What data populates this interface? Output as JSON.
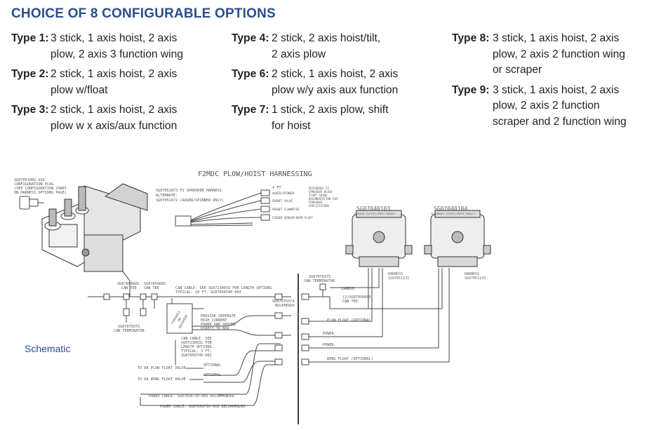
{
  "heading": "CHOICE OF 8 CONFIGURABLE OPTIONS",
  "columns": [
    [
      {
        "type": "Type 1:",
        "desc": "3 stick, 1 axis hoist, 2 axis\nplow, 2 axis 3 function wing"
      },
      {
        "type": "Type 2:",
        "desc": "2 stick, 1 axis hoist, 2 axis\nplow w/float"
      },
      {
        "type": "Type 3:",
        "desc": "2 stick, 1 axis hoist, 2 axis\nplow w x axis/aux function"
      }
    ],
    [
      {
        "type": "Type 4:",
        "desc": "2 stick, 2 axis hoist/tilt,\n2 axis plow"
      },
      {
        "type": "Type 6:",
        "desc": "2 stick, 1 axis hoist, 2 axis\nplow w/y axis aux function"
      },
      {
        "type": "Type 7:",
        "desc": "1 stick, 2 axis plow, shift\nfor hoist"
      }
    ],
    [
      {
        "type": "Type 8:",
        "desc": "3 stick, 1 axis hoist, 2 axis\nplow, 2 axis 2 function wing\nor scraper"
      },
      {
        "type": "Type 9:",
        "desc": "3 stick, 1 axis hoist, 2 axis\nplow, 2 axis 2 function\nscraper and 2 function wing"
      }
    ]
  ],
  "schematic_label": "Schematic",
  "diagram": {
    "title": "F2MDC PLOW/HOIST HARNESSING",
    "config_plug": [
      "SG07051082-XXX",
      "CONFIGURATION PLUG",
      "(SEE CONFIGURATION CHART",
      "ON HARNESS OPTIONS PAGE)"
    ],
    "spreader_harness": [
      "SG07051073 F2 SPREADER HARNESS",
      "ALTERNATE:",
      "SG07051072 (AUGER/SPINNER ONLY)"
    ],
    "spreader_outputs": [
      "AUGER/SPINNER",
      "PREWET VALVE",
      "PREWET FLOWMETER",
      "FEEDER SENSOR/DOOR FLOAT"
    ],
    "harness_length": "4 FT",
    "reference_note": [
      "REFERENCE F2",
      "SPREADER BLOCK",
      "START GUIDE",
      "DOCUMENTATION FOR",
      "SPREADER",
      "APPLICATIONS"
    ],
    "module1": {
      "part": "SG07040103",
      "desc": "PRIMARY OUTPUT/INPUT MODULE",
      "harness": "HARNESS",
      "harness_part": "SG07051131"
    },
    "module2": {
      "part": "SG07040104",
      "desc": "SECONDARY OUTPUT/INPUT MODULE",
      "harness": "HARNESS",
      "harness_part": "SG07051133"
    },
    "can_tees": [
      "SG07050685",
      "CAN TEE",
      "SG07050685",
      "CAN TEE"
    ],
    "terminator_left": [
      "SG07070375",
      "CAN TERMINATOR"
    ],
    "terminator_right": [
      "SG07070375",
      "CAN TERMINATOR"
    ],
    "can_cable_note": [
      "CAN CABLE: SEE SG07230031 FOR LENGTH OPTIONS",
      "TYPICAL: 10 FT: SG07050740-003"
    ],
    "bulkheads": [
      "SG07070374",
      "BULKHEADS"
    ],
    "canbus": "CANBUS",
    "can_tee_right": [
      "(2)SG07050685",
      "CAN TEE"
    ],
    "plow_float": "PLOW FLOAT (OPTIONAL)",
    "power1": "POWER",
    "power2": "POWER",
    "wing_float": "WING FLOAT (OPTIONAL)",
    "provide_note": [
      "PROVIDE SEPERATE",
      "HIGH CURRENT",
      "POWER AND GROUND",
      "DIRECT TO BOX"
    ],
    "firewall": [
      "FIREWALL",
      "OR",
      "BULKHEAD"
    ],
    "can_cable2": [
      "CAN CABLE: SEE",
      "SG07230031 FOR",
      "LENGTH OPTIONS",
      "TYPICAL: 3 FT:",
      "SG07050740-001"
    ],
    "da_plow": "TO DA PLOW FLOAT VALVE",
    "da_wing": "TO DA WING FLOAT VALVE",
    "optional1": "OPTIONAL",
    "optional2": "OPTIONAL",
    "power_cable1": "POWER CABLE: SG07050730-003 RECOMMENDED",
    "power_cable2": "POWER CABLE: SG07050730-003 RECOMMENDED"
  }
}
